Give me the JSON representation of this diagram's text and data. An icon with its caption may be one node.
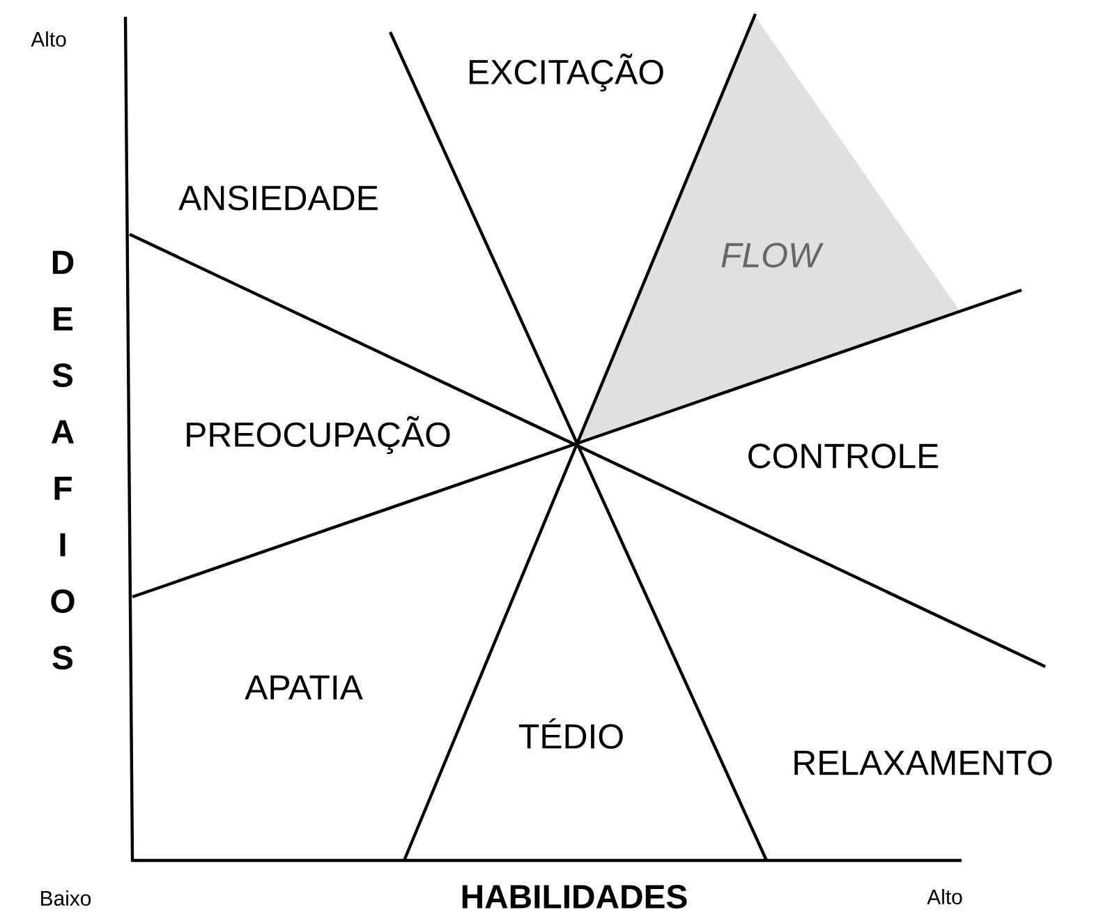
{
  "diagram": {
    "nodes": [
      {
        "text": [
          "FLOW"
        ]
      }
    ],
    "labels": [
      "Alto",
      "EXCITAÇÃO",
      "ANSIEDADE",
      "DESAFIOS",
      "PREOCUPAÇÃO",
      "CONTROLE",
      "APATIA",
      "TÉDIO",
      "RELAXAMENTO",
      "Baixo",
      "HABILIDADES",
      "Alto"
    ]
  }
}
